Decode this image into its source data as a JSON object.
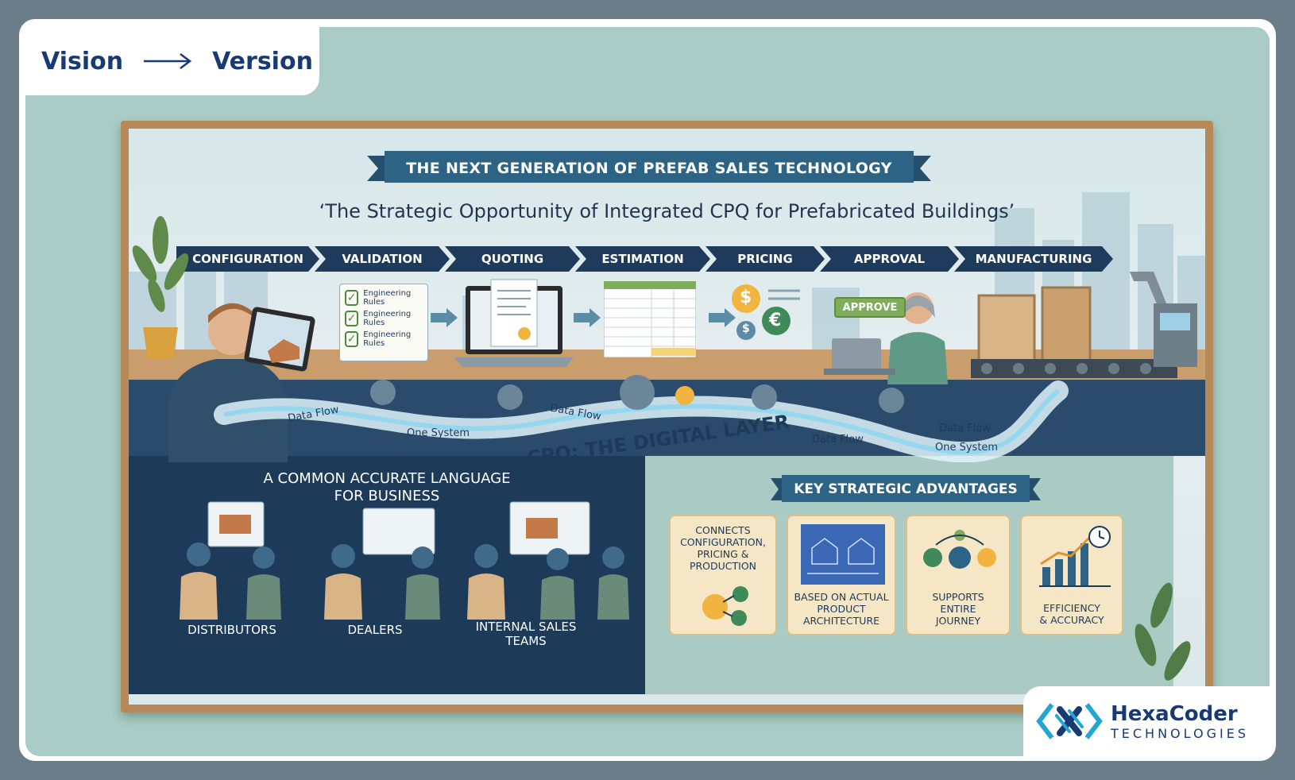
{
  "header": {
    "left": "Vision",
    "right": "Version"
  },
  "logo": {
    "name": "HexaCoder",
    "sub": "TECHNOLOGIES"
  },
  "board": {
    "ribbon": "THE NEXT GENERATION OF PREFAB SALES TECHNOLOGY",
    "subtitle": "‘The Strategic Opportunity of Integrated CPQ for Prefabricated Buildings’",
    "steps": [
      "CONFIGURATION",
      "VALIDATION",
      "QUOTING",
      "ESTIMATION",
      "PRICING",
      "APPROVAL",
      "MANUFACTURING"
    ],
    "checklist": [
      "Engineering Rules",
      "Engineering Rules",
      "Engineering Rules"
    ],
    "approve": "APPROVE",
    "currency": [
      "$",
      "€",
      "$"
    ],
    "flow_labels": [
      "Data Flow",
      "One System",
      "Data Flow",
      "Data Flow",
      "Data Flow",
      "One System"
    ],
    "cpq": "CPQ: THE DIGITAL LAYER",
    "language": {
      "line1": "A COMMON ACCURATE LANGUAGE",
      "line2": "FOR BUSINESS"
    },
    "groups": [
      {
        "line1": "DISTRIBUTORS",
        "line2": ""
      },
      {
        "line1": "DEALERS",
        "line2": ""
      },
      {
        "line1": "INTERNAL SALES",
        "line2": "TEAMS"
      }
    ],
    "advantages_title": "KEY STRATEGIC ADVANTAGES",
    "advantages": [
      {
        "lines": [
          "CONNECTS",
          "CONFIGURATION,",
          "PRICING &",
          "PRODUCTION"
        ]
      },
      {
        "lines": [
          "BASED ON ACTUAL",
          "PRODUCT",
          "ARCHITECTURE"
        ]
      },
      {
        "lines": [
          "SUPPORTS",
          "ENTIRE",
          "JOURNEY"
        ]
      },
      {
        "lines": [
          "EFFICIENCY",
          "& ACCURACY"
        ]
      }
    ]
  },
  "colors": {
    "navy": "#1d3a59",
    "teal_bg": "#a9cdc6",
    "frame": "#b68a58",
    "accent_green": "#7fae5b",
    "logo_blue": "#183a74",
    "logo_cyan": "#22a6d6"
  }
}
